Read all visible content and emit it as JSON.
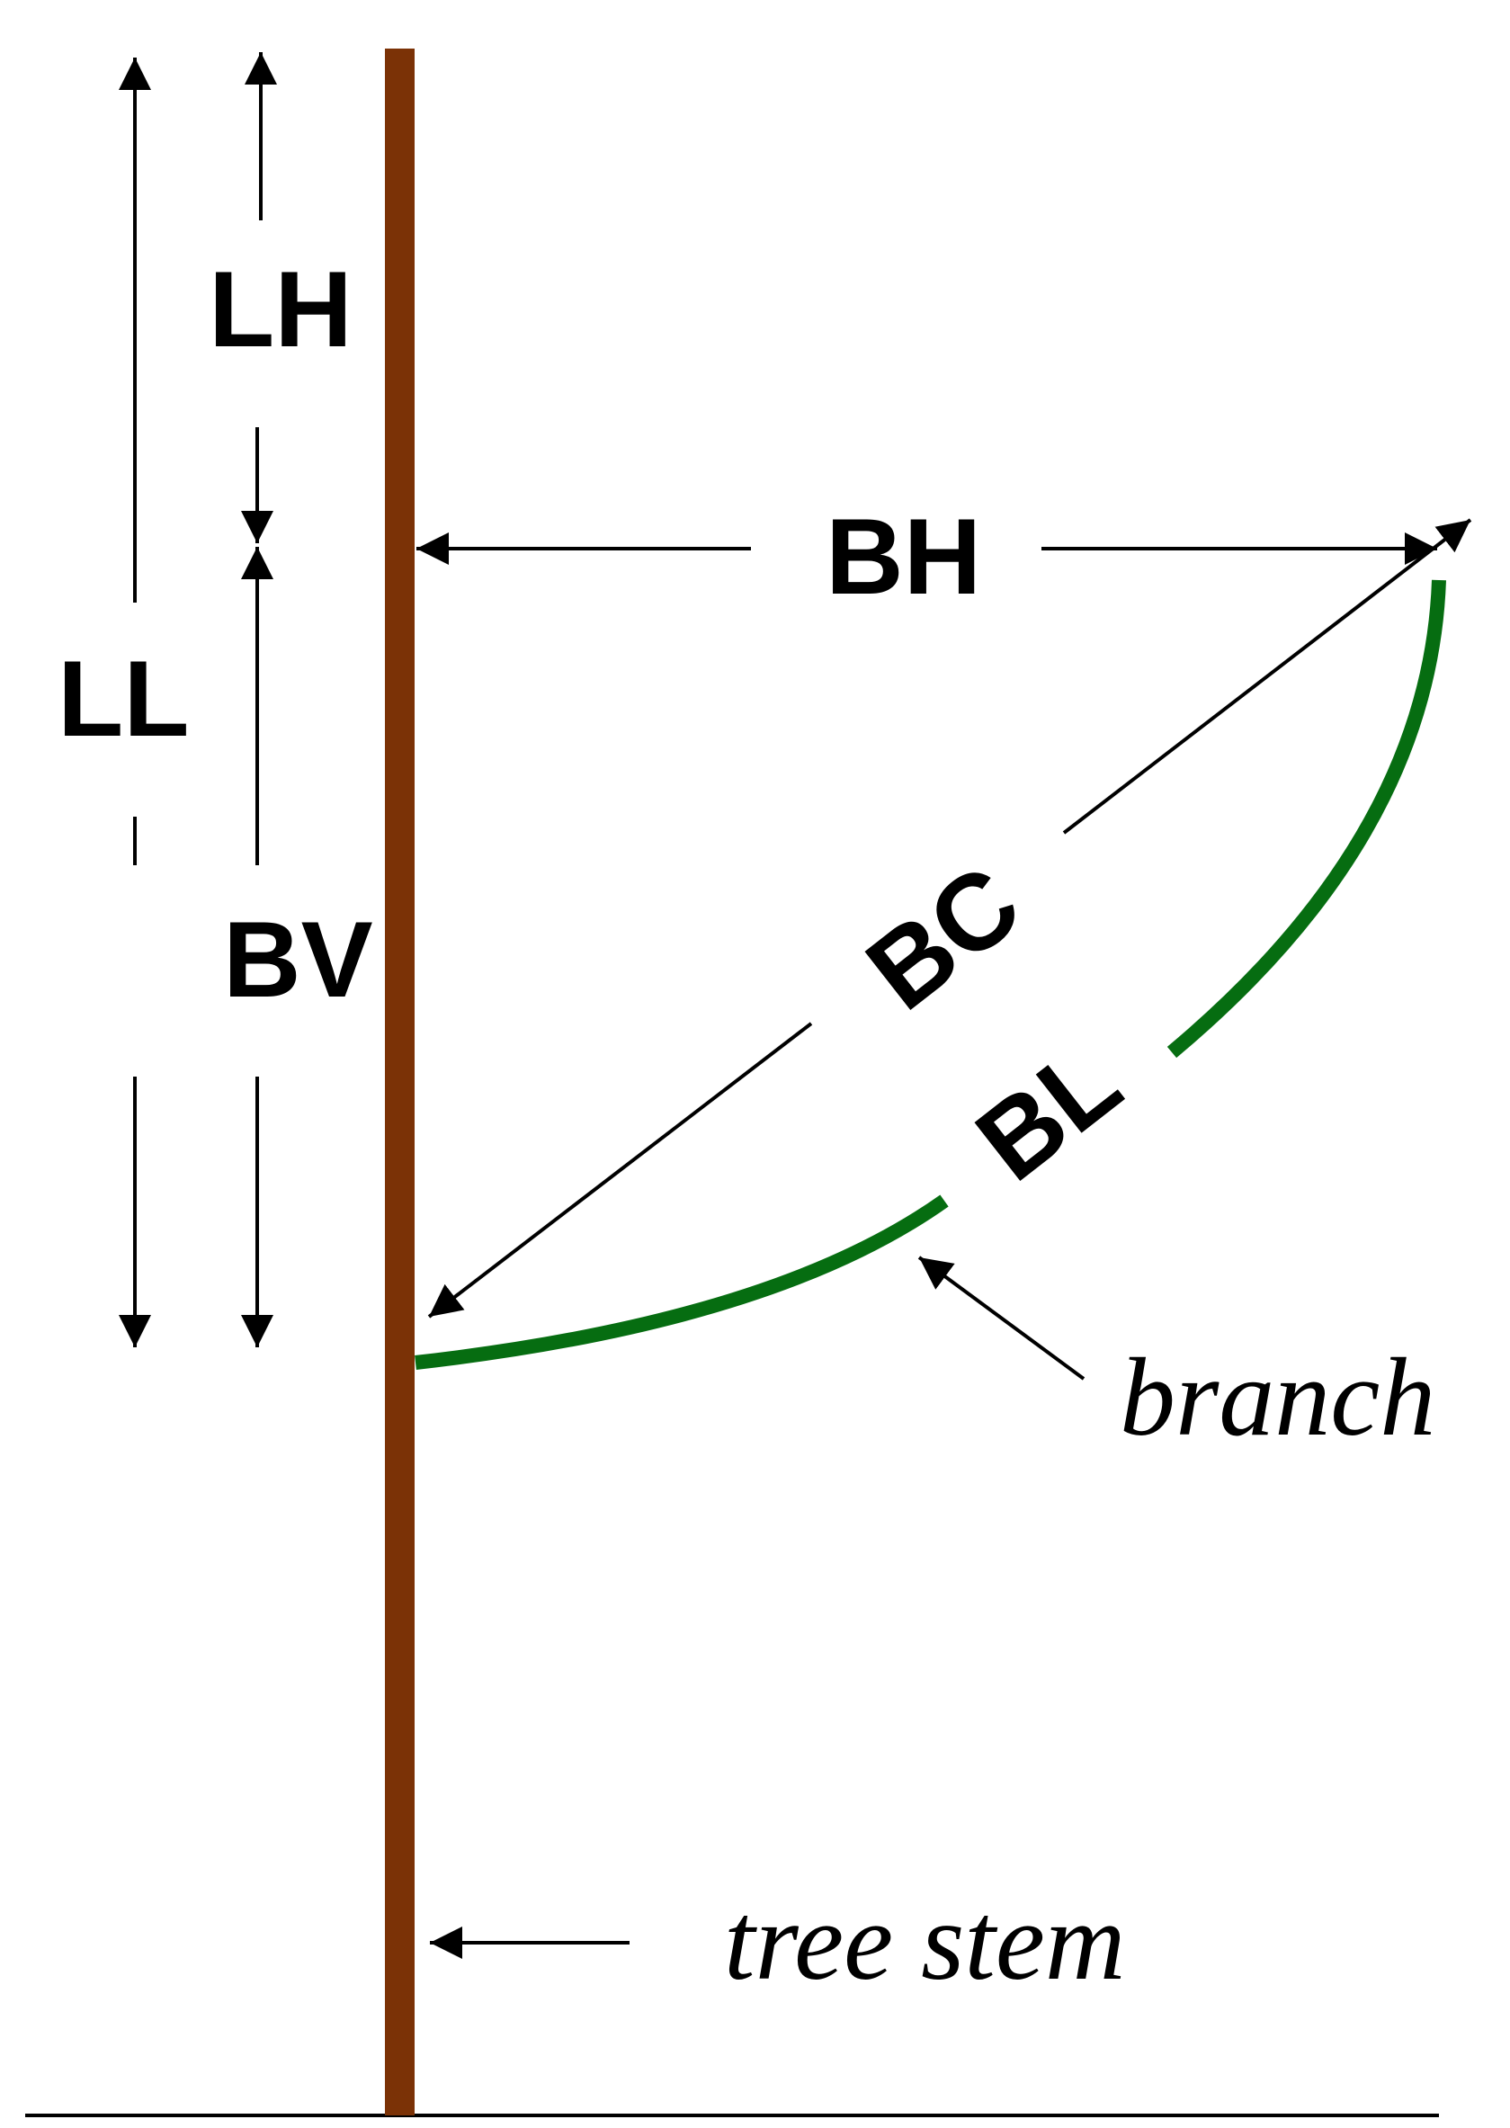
{
  "labels": {
    "lh": "LH",
    "ll": "LL",
    "bh": "BH",
    "bv": "BV",
    "bc": "BC",
    "bl": "BL",
    "branch": "branch",
    "tree_stem": "tree stem"
  },
  "colors": {
    "stem": "#7B3206",
    "branch": "#066D11",
    "line": "#000000",
    "background": "#FFFFFF"
  }
}
